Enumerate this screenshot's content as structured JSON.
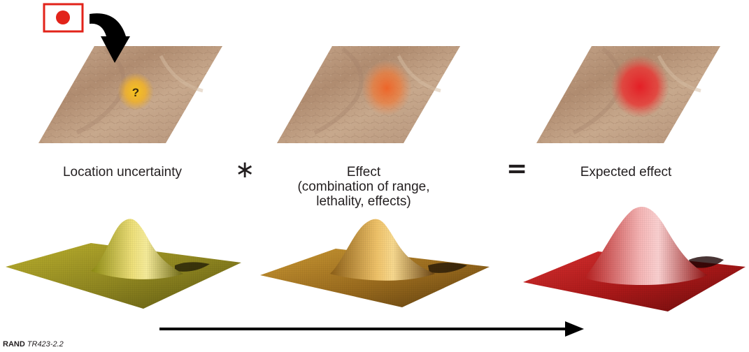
{
  "panels": {
    "location": {
      "label": "Location uncertainty",
      "marker": "?"
    },
    "effect": {
      "label_line1": "Effect",
      "label_line2": "(combination of range,",
      "label_line3": "lethality, effects)"
    },
    "expected": {
      "label": "Expected effect"
    }
  },
  "operators": {
    "convolution": "∗",
    "equals": "="
  },
  "footer": {
    "org": "RAND",
    "code": "TR423-2.2"
  },
  "colors": {
    "terrain": "#b9977b",
    "location_blob": "#f2b01c",
    "effect_blob": "#ee6a2c",
    "expected_blob": "#e3262b",
    "red_box": "#e2231a",
    "surface_yellow": "#a89a1c",
    "surface_gold": "#b8892a",
    "surface_red": "#b81d1d"
  },
  "icons": {
    "target": "sensor-target-icon",
    "curved_arrow": "curved-arrow-icon",
    "long_arrow": "right-arrow-icon"
  }
}
